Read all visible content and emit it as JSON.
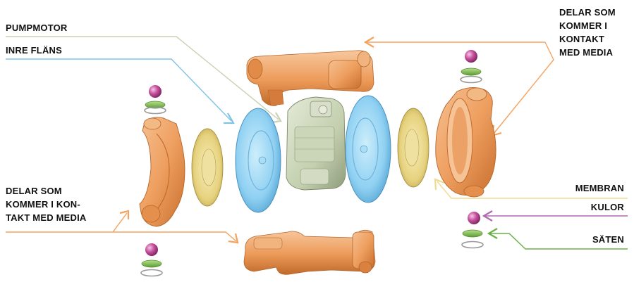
{
  "labels": {
    "pumpmotor": "PUMPMOTOR",
    "inre_flans": "INRE FLÄNS",
    "wetted_top_right": [
      "DELAR SOM",
      "KOMMER I",
      "KONTAKT",
      "MED MEDIA"
    ],
    "wetted_bottom_left": [
      "DELAR SOM",
      "KOMMER I KON-",
      "TAKT MED MEDIA"
    ],
    "membran": "MEMBRAN",
    "kulor": "KULOR",
    "saten": "SÄTEN"
  },
  "colors": {
    "wetted_parts": "#f0a868",
    "inner_flange": "#8ccff0",
    "motor": "#c7d2b4",
    "diaphragm": "#e8d68a",
    "balls": "#c0509a",
    "seats": "#7cbb4a",
    "pumpmotor_line": "#c8d0b0",
    "inre_flans_line": "#7ec2e6",
    "wetted_line": "#f5a25e",
    "membran_line": "#f0dc8c",
    "kulor_line": "#b06ab0",
    "saten_line": "#6ab04a"
  },
  "icons": {
    "arrow": "open-chevron-arrowhead"
  }
}
